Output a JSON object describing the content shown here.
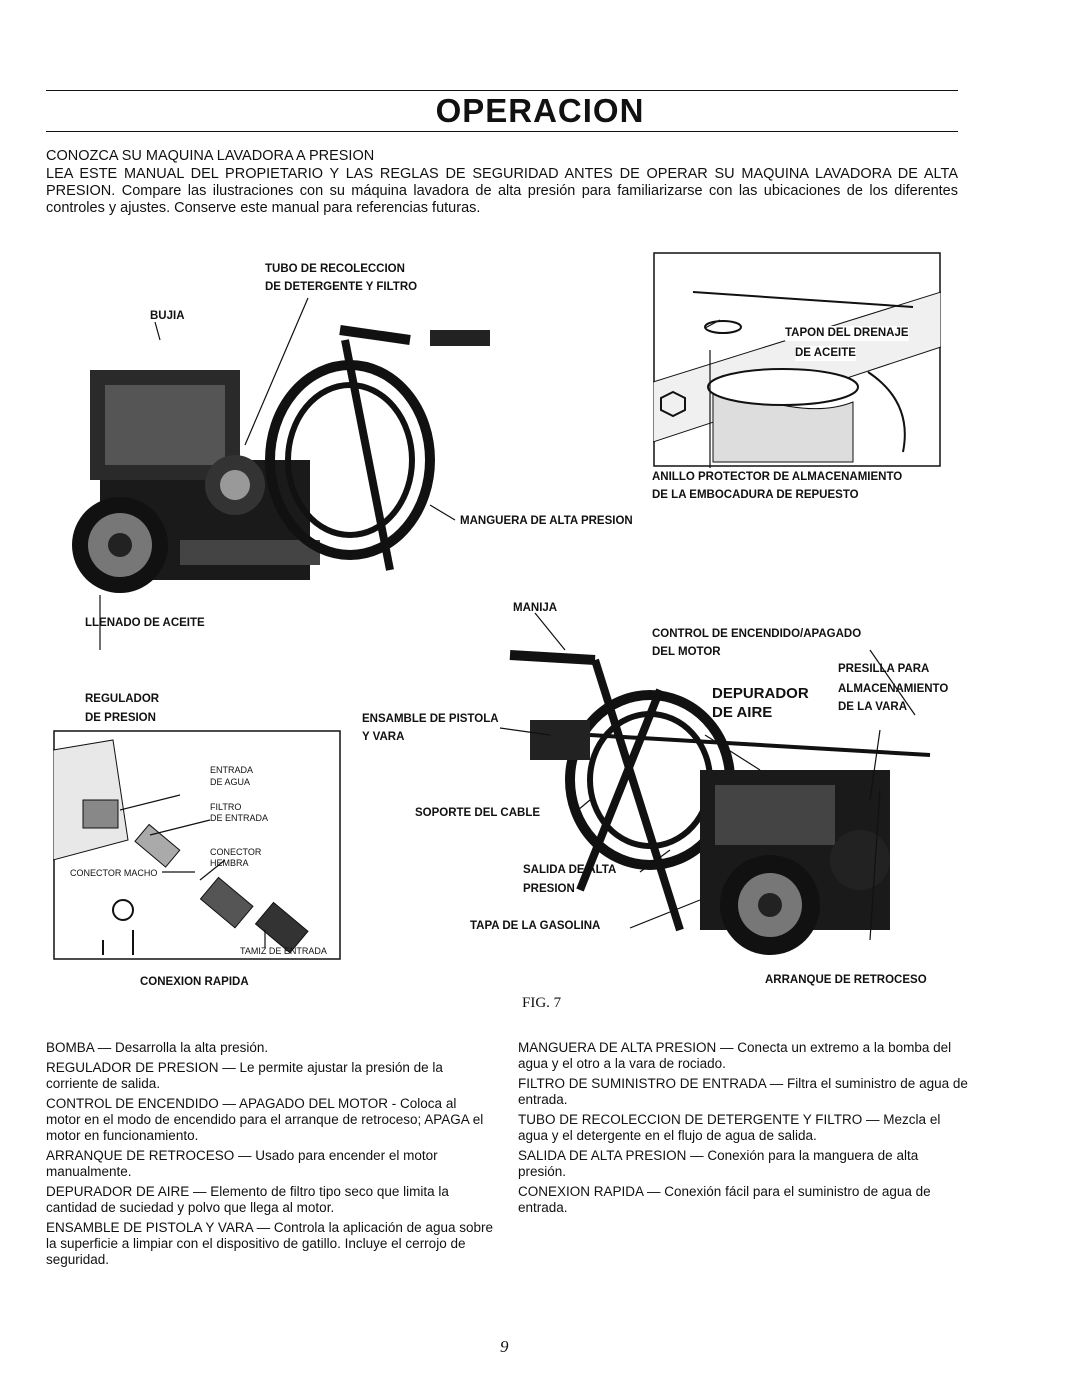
{
  "page_title": "OPERACION",
  "intro": {
    "heading": "CONOZCA SU MAQUINA LAVADORA A PRESION",
    "paragraph": "LEA ESTE MANUAL DEL PROPIETARIO Y LAS REGLAS DE SEGURIDAD ANTES DE OPERAR SU MAQUINA LAVADORA DE ALTA PRESION. Compare las ilustraciones con su máquina lavadora de alta presión para familiarizarse con las ubicaciones de los diferentes controles y ajustes. Conserve este manual para referencias futuras."
  },
  "labels": {
    "tubo_1": "TUBO DE RECOLECCION",
    "tubo_2": "DE DETERGENTE Y FILTRO",
    "bujia": "BUJIA",
    "tapon_1": "TAPON DEL DRENAJE",
    "tapon_2": "DE ACEITE",
    "anillo_1": "ANILLO PROTECTOR DE ALMACENAMIENTO",
    "anillo_2": "DE LA EMBOCADURA DE REPUESTO",
    "manguera": "MANGUERA DE ALTA PRESION",
    "llenado": "LLENADO DE ACEITE",
    "manija": "MANIJA",
    "control_1": "CONTROL DE ENCENDIDO/APAGADO",
    "control_2": "DEL MOTOR",
    "presilla_1": "PRESILLA PARA",
    "presilla_2": "ALMACENAMIENTO",
    "presilla_3": "DE LA VARA",
    "depurador_1": "DEPURADOR",
    "depurador_2": "DE AIRE",
    "regulador_1": "REGULADOR",
    "regulador_2": "DE PRESION",
    "ensamble_1": "ENSAMBLE DE PISTOLA",
    "ensamble_2": "Y VARA",
    "entrada_1": "ENTRADA",
    "entrada_2": "DE AGUA",
    "filtro_1": "FILTRO",
    "filtro_2": "DE ENTRADA",
    "conector_h_1": "CONECTOR",
    "conector_h_2": "HEMBRA",
    "conector_macho": "CONECTOR MACHO",
    "tamiz": "TAMIZ DE ENTRADA",
    "soporte": "SOPORTE DEL CABLE",
    "salida_1": "SALIDA DE ALTA",
    "salida_2": "PRESION",
    "tapa": "TAPA DE LA GASOLINA",
    "conexion": "CONEXION RAPIDA",
    "arranque": "ARRANQUE DE RETROCESO"
  },
  "figure_caption": "FIG. 7",
  "left_column": [
    "BOMBA — Desarrolla la alta presión.",
    "REGULADOR DE PRESION — Le permite ajustar la presión de la corriente de salida.",
    "CONTROL DE ENCENDIDO — APAGADO DEL MOTOR - Coloca al motor en el modo de encendido para el arranque de retroceso; APAGA el motor en funcionamiento.",
    "ARRANQUE DE RETROCESO — Usado para encender el motor manualmente.",
    "DEPURADOR DE AIRE — Elemento de filtro tipo seco que limita la cantidad de suciedad y polvo que llega al motor.",
    "ENSAMBLE DE PISTOLA Y VARA — Controla la aplicación de agua sobre la superficie a limpiar con el dispositivo de gatillo. Incluye el cerrojo de seguridad."
  ],
  "right_column": [
    "MANGUERA DE ALTA PRESION — Conecta un extremo a la bomba del agua y el otro a la vara de rociado.",
    "FILTRO DE SUMINISTRO DE ENTRADA — Filtra el suministro de agua de entrada.",
    "TUBO DE RECOLECCION DE DETERGENTE Y FILTRO — Mezcla el agua y el detergente en el flujo de agua de salida.",
    "SALIDA DE ALTA PRESION — Conexión para la manguera de alta presión.",
    "CONEXION RAPIDA — Conexión fácil para el suministro de agua de entrada."
  ],
  "page_number": "9"
}
